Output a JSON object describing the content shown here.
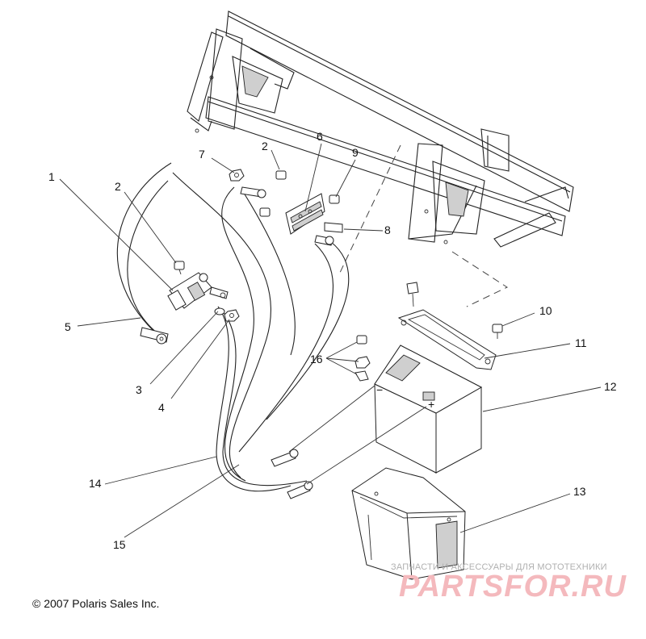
{
  "copyright": "© 2007 Polaris Sales Inc.",
  "watermark": {
    "tagline": "ЗАПЧАСТИ И АКСЕССУАРЫ ДЛЯ МОТОТЕХНИКИ",
    "logo": "PARTSFOR.RU"
  },
  "callouts": {
    "c1": "1",
    "c2a": "2",
    "c2b": "2",
    "c3": "3",
    "c4": "4",
    "c5": "5",
    "c6": "6",
    "c7": "7",
    "c8": "8",
    "c9": "9",
    "c10": "10",
    "c11": "11",
    "c12": "12",
    "c13": "13",
    "c14": "14",
    "c15": "15",
    "c16": "16"
  },
  "battery_terminals": {
    "negative": "−",
    "positive": "+"
  }
}
